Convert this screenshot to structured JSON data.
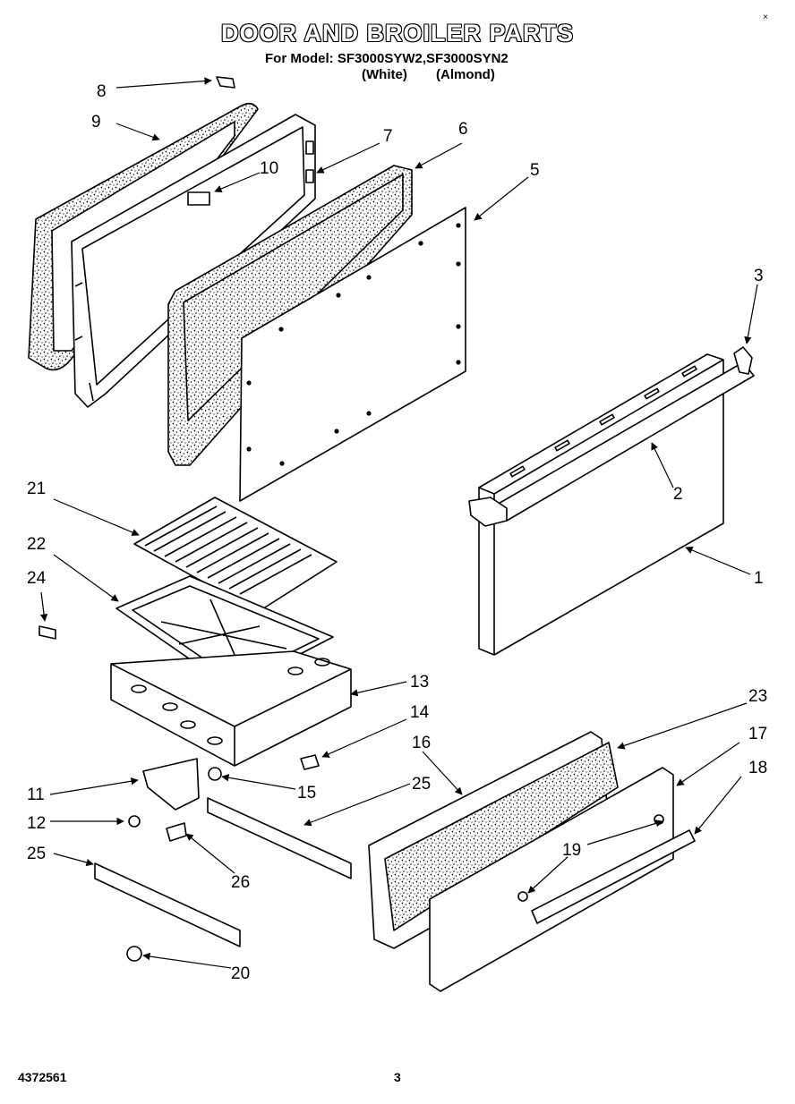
{
  "header": {
    "title": "DOOR AND BROILER PARTS",
    "model_line": "For Model: SF3000SYW2,SF3000SYN2",
    "variant_1": "(White)",
    "variant_2": "(Almond)",
    "corner_mark": "×"
  },
  "footer": {
    "code": "4372561",
    "page": "3"
  },
  "callouts": {
    "c1": "1",
    "c2": "2",
    "c3": "3",
    "c5": "5",
    "c6": "6",
    "c7": "7",
    "c8": "8",
    "c9": "9",
    "c10": "10",
    "c11": "11",
    "c12": "12",
    "c13": "13",
    "c14": "14",
    "c15": "15",
    "c16": "16",
    "c17": "17",
    "c18": "18",
    "c19": "19",
    "c20": "20",
    "c21": "21",
    "c22": "22",
    "c23": "23",
    "c24": "24",
    "c25a": "25",
    "c25b": "25",
    "c26": "26"
  }
}
